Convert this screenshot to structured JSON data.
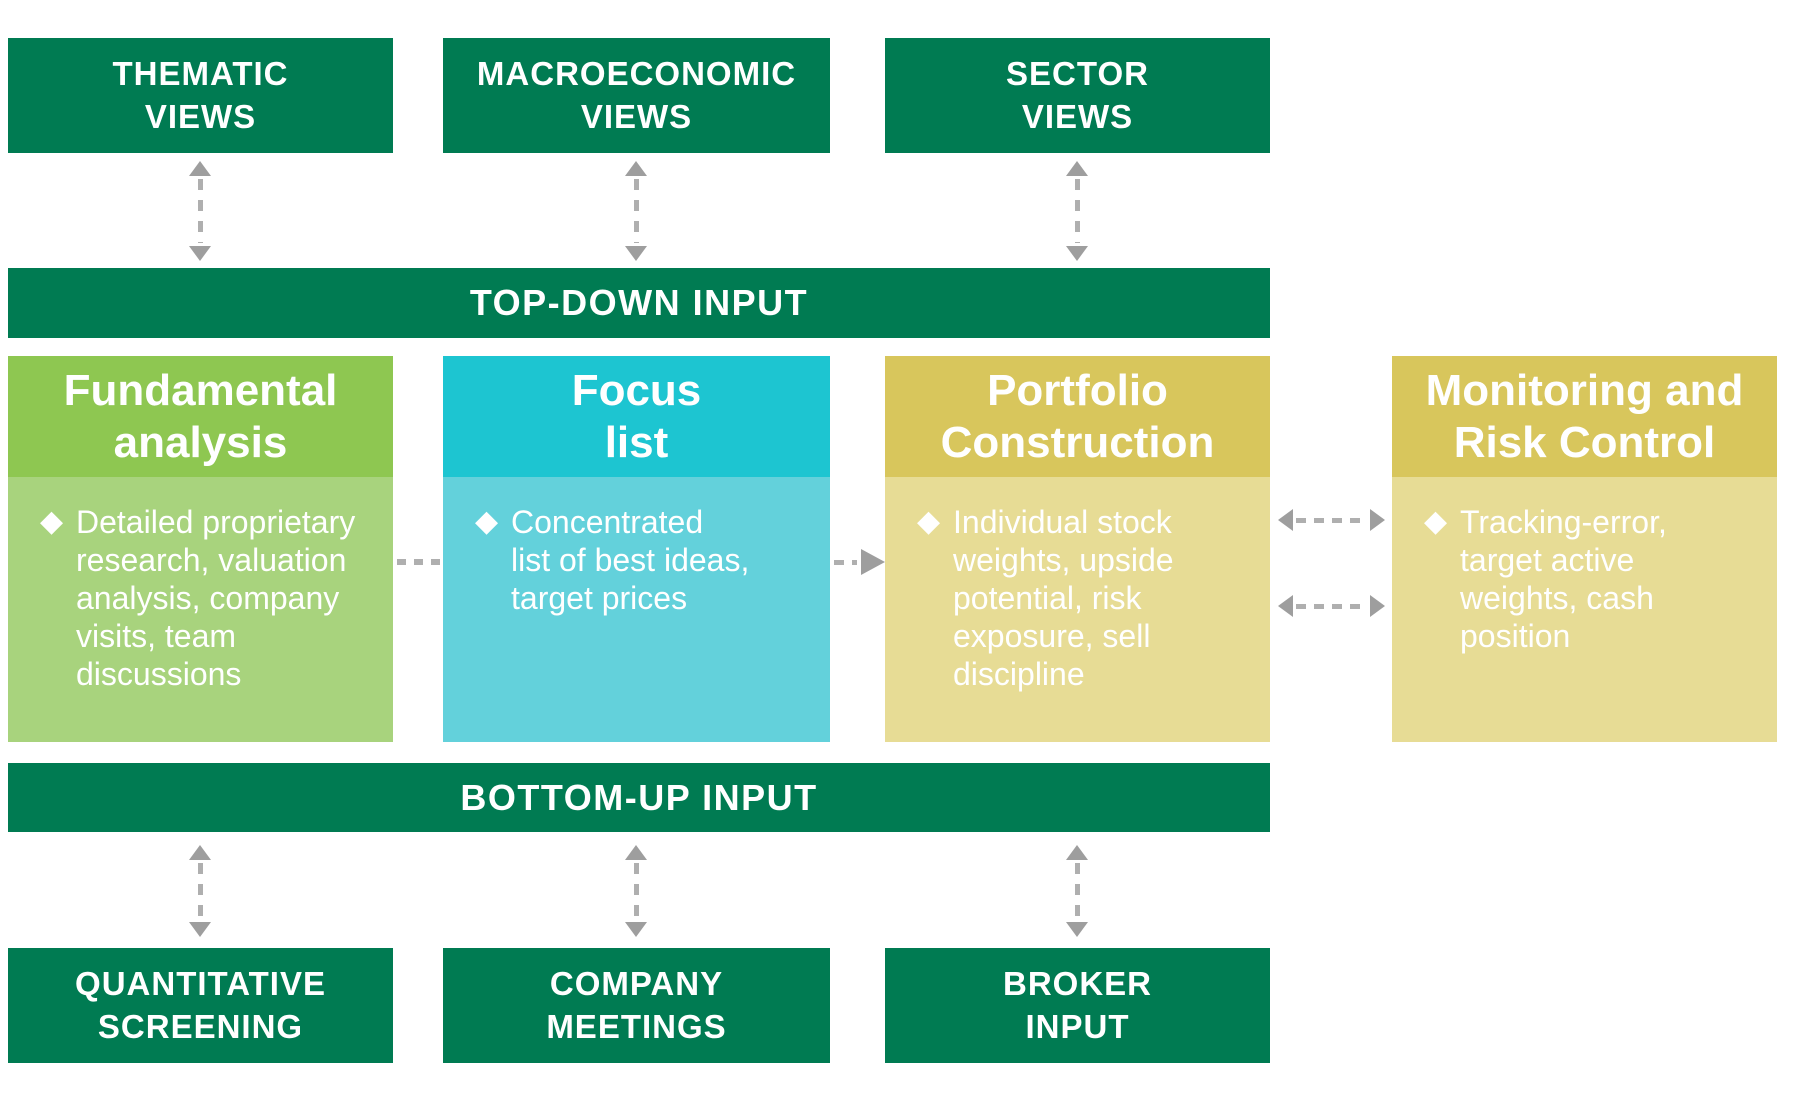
{
  "colors": {
    "dark_green": "#007B52",
    "green_header": "#8EC751",
    "green_body": "#A8D37D",
    "teal_header": "#1DC5D1",
    "teal_body": "#63D1DB",
    "gold_header": "#D8C65C",
    "gold_body": "#E7DC95",
    "arrow_gray": "#A5A5A5",
    "text": "#FFFFFF"
  },
  "top_row": {
    "items": [
      {
        "label": "THEMATIC\nVIEWS"
      },
      {
        "label": "MACROECONOMIC\nVIEWS"
      },
      {
        "label": "SECTOR\nVIEWS"
      }
    ]
  },
  "top_down_bar": {
    "label": "TOP-DOWN INPUT"
  },
  "process_row": {
    "bullet_glyph": "◆",
    "items": [
      {
        "title": "Fundamental\nanalysis",
        "bullet": "Detailed proprietary research, valuation analysis, company visits, team discussions",
        "theme": "green"
      },
      {
        "title": "Focus\nlist",
        "bullet": "Concentrated list of best ideas, target prices",
        "theme": "teal"
      },
      {
        "title": "Portfolio\nConstruction",
        "bullet": "Individual stock weights, upside potential, risk exposure, sell discipline",
        "theme": "gold"
      },
      {
        "title": "Monitoring and\nRisk Control",
        "bullet": "Tracking-error, target active weights, cash position",
        "theme": "gold"
      }
    ]
  },
  "bottom_up_bar": {
    "label": "BOTTOM-UP INPUT"
  },
  "bottom_row": {
    "items": [
      {
        "label": "QUANTITATIVE\nSCREENING"
      },
      {
        "label": "COMPANY\nMEETINGS"
      },
      {
        "label": "BROKER\nINPUT"
      }
    ]
  }
}
